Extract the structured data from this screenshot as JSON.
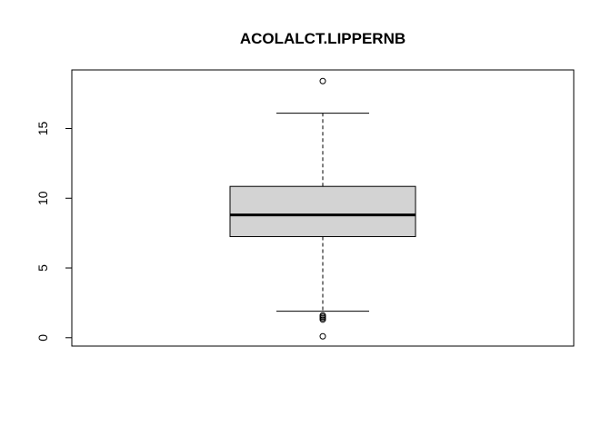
{
  "chart_data": {
    "type": "boxplot",
    "title": "ACOLALCT.LIPPERNB",
    "xlabel": "",
    "ylabel": "",
    "ylim": [
      -0.6,
      19.2
    ],
    "y_ticks": [
      0,
      5,
      10,
      15
    ],
    "grid": false,
    "box": {
      "whisker_low": 1.9,
      "q1": 7.25,
      "median": 8.8,
      "q3": 10.85,
      "whisker_high": 16.1
    },
    "outliers": [
      18.4,
      1.6,
      1.5,
      1.4,
      1.3,
      0.1
    ],
    "colors": {
      "box_fill": "#d3d3d3",
      "stroke": "#000000"
    }
  }
}
